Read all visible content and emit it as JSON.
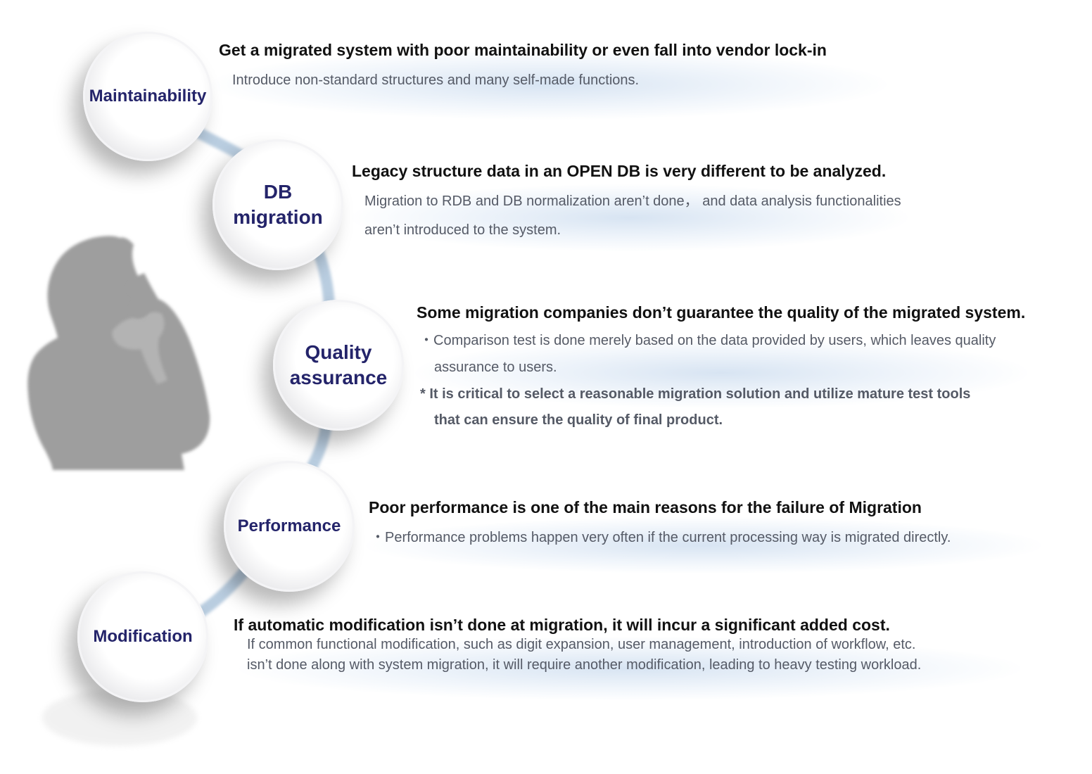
{
  "items": [
    {
      "label": "Maintainability",
      "title": "Get a migrated system with poor maintainability or even fall into vendor lock-in",
      "lines": [
        "Introduce non-standard structures and many self-made functions."
      ]
    },
    {
      "label_lines": [
        "DB",
        "migration"
      ],
      "title": "Legacy structure data in an OPEN DB is very different to be analyzed.",
      "lines": [
        "Migration to RDB and DB normalization aren’t done，  and data analysis functionalities",
        "aren’t introduced to the system."
      ]
    },
    {
      "label_lines": [
        "Quality",
        "assurance"
      ],
      "title": "Some migration companies don’t guarantee the quality of the migrated system.",
      "lines": [
        "・Comparison test is done merely based on the data provided by users, which leaves quality",
        "assurance to users."
      ],
      "note_lines": [
        "* It is critical to select a reasonable migration solution and utilize mature test tools",
        "that can ensure the quality of final product."
      ]
    },
    {
      "label": "Performance",
      "title": "Poor performance is one of the main reasons for the failure of Migration",
      "lines": [
        "・Performance problems happen very often if the current processing way is migrated directly."
      ]
    },
    {
      "label": "Modification",
      "title": "If automatic modification isn’t done at migration, it will incur a significant added cost.",
      "lines": [
        "If common functional modification, such as digit expansion, user management, introduction of workflow, etc.",
        "isn’t done along with system migration, it will require another modification, leading to heavy testing workload."
      ]
    }
  ],
  "colors": {
    "label": "#24246a",
    "title": "#111111",
    "desc": "#555a66",
    "silhouette": "#9e9e9e",
    "connector": "#b9cde0"
  },
  "icons": {
    "figure": "thinking-person-silhouette"
  }
}
